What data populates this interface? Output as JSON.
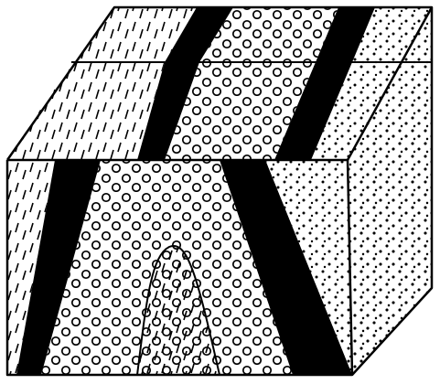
{
  "diagram": {
    "kind": "geologic-block-diagram",
    "structure": "anticline",
    "faces": [
      "top-face",
      "front-face",
      "right-face"
    ],
    "layers": [
      {
        "name": "core",
        "pattern": "dashes",
        "color": "#ffffff"
      },
      {
        "name": "inner-limb",
        "pattern": "circles",
        "color": "#ffffff"
      },
      {
        "name": "marker-bed",
        "pattern": "solid",
        "color": "#000000"
      },
      {
        "name": "outer",
        "pattern": "dots",
        "color": "#ffffff"
      },
      {
        "name": "outermost",
        "pattern": "dashes",
        "color": "#ffffff"
      }
    ],
    "ink_color": "#000000",
    "paper_color": "#ffffff"
  }
}
